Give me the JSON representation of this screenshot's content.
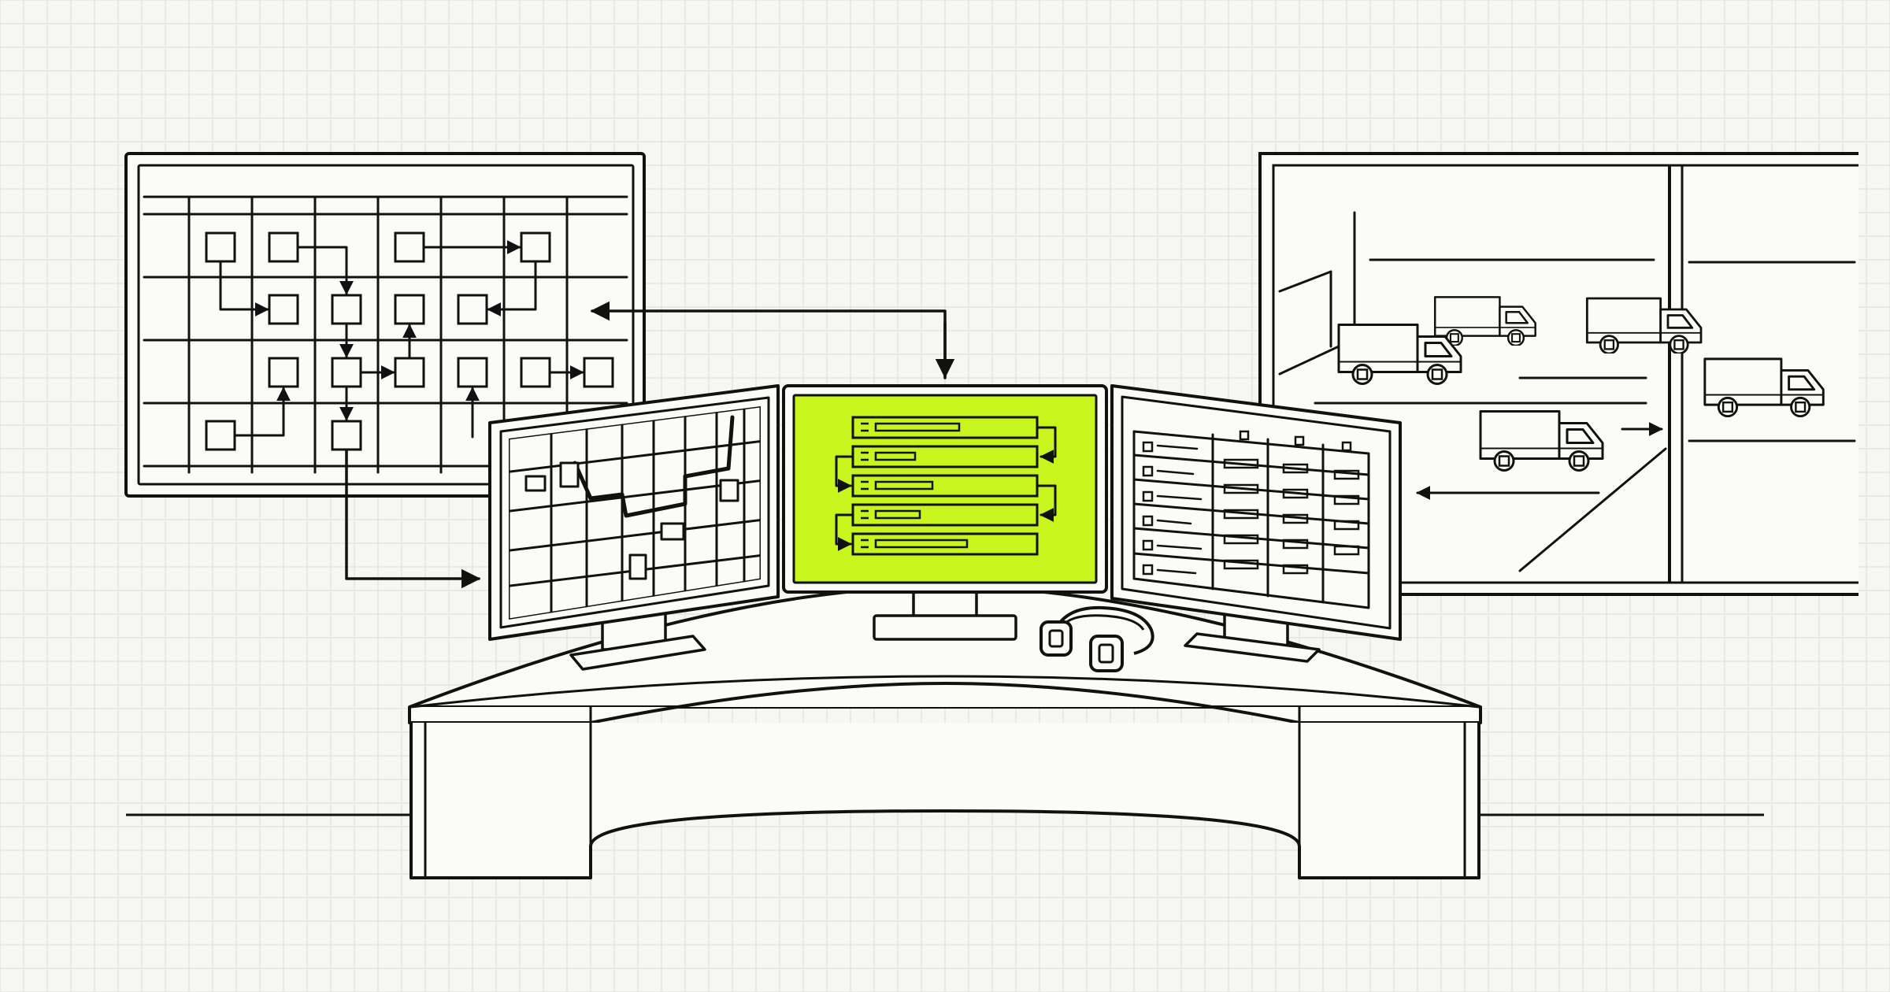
{
  "scene": {
    "colors": {
      "background": "#f6f6f2",
      "grid": "#e4e6e1",
      "ink": "#111111",
      "accent_screen": "#c8f51e",
      "paper": "#fbfbf8"
    },
    "icons": [
      "flowchart-board-icon",
      "map-monitor-icon",
      "task-queue-monitor-icon",
      "data-table-monitor-icon",
      "delivery-van-icon",
      "headset-icon",
      "desk-icon"
    ],
    "van_count": 5,
    "queue_item_count": 5,
    "table_row_count": 6
  }
}
